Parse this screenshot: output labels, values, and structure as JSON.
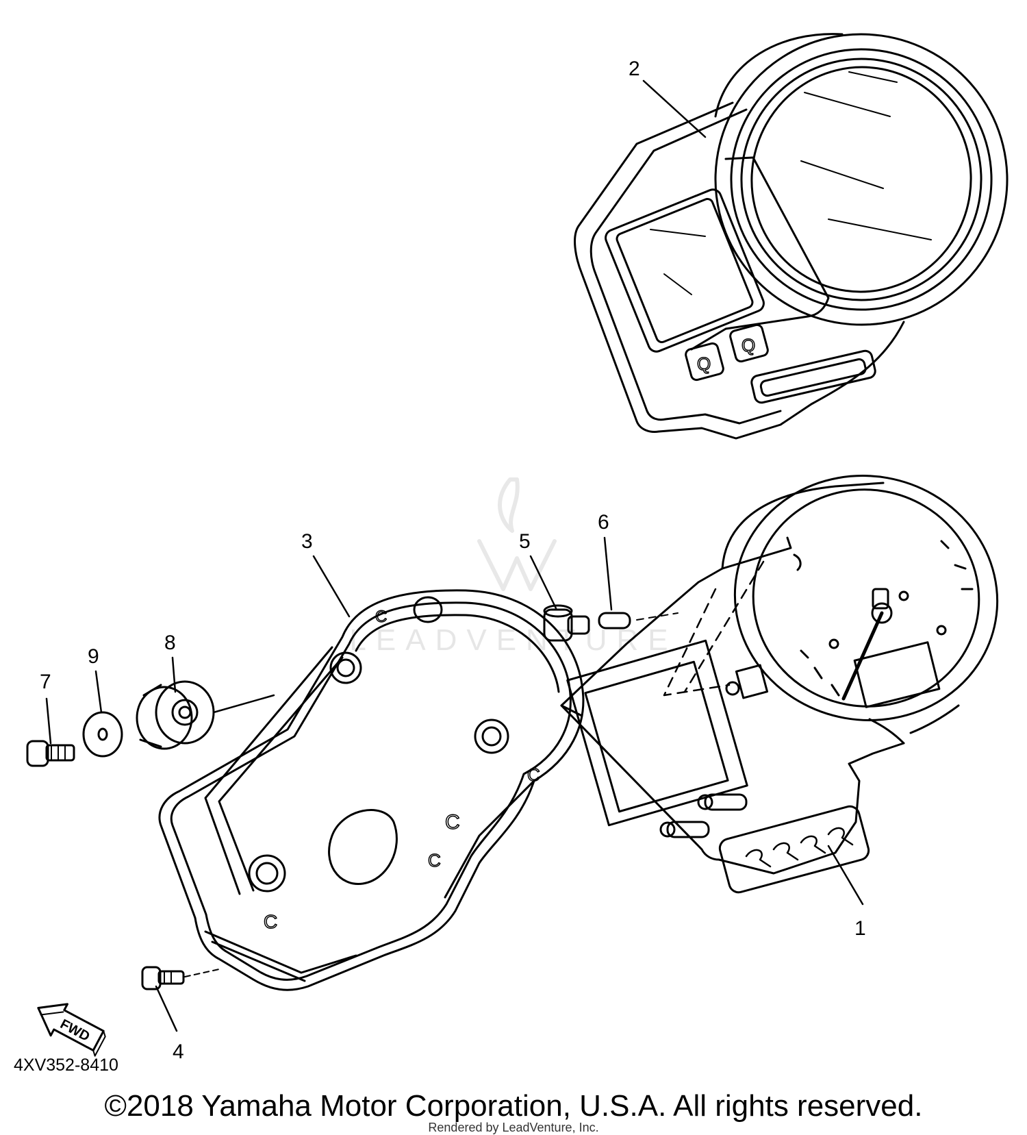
{
  "diagram": {
    "code": "4XV352-8410",
    "copyright": "©2018 Yamaha Motor Corporation, U.S.A. All rights reserved.",
    "rendered_by": "Rendered by LeadVenture, Inc.",
    "watermark": "LEADVENTURE",
    "direction_arrow": "FWD",
    "callouts": [
      {
        "number": "1"
      },
      {
        "number": "2"
      },
      {
        "number": "3"
      },
      {
        "number": "4"
      },
      {
        "number": "5"
      },
      {
        "number": "6"
      },
      {
        "number": "7"
      },
      {
        "number": "8"
      },
      {
        "number": "9"
      }
    ]
  },
  "colors": {
    "line": "#000000",
    "watermark": "#e6e6e6",
    "background": "#ffffff"
  }
}
